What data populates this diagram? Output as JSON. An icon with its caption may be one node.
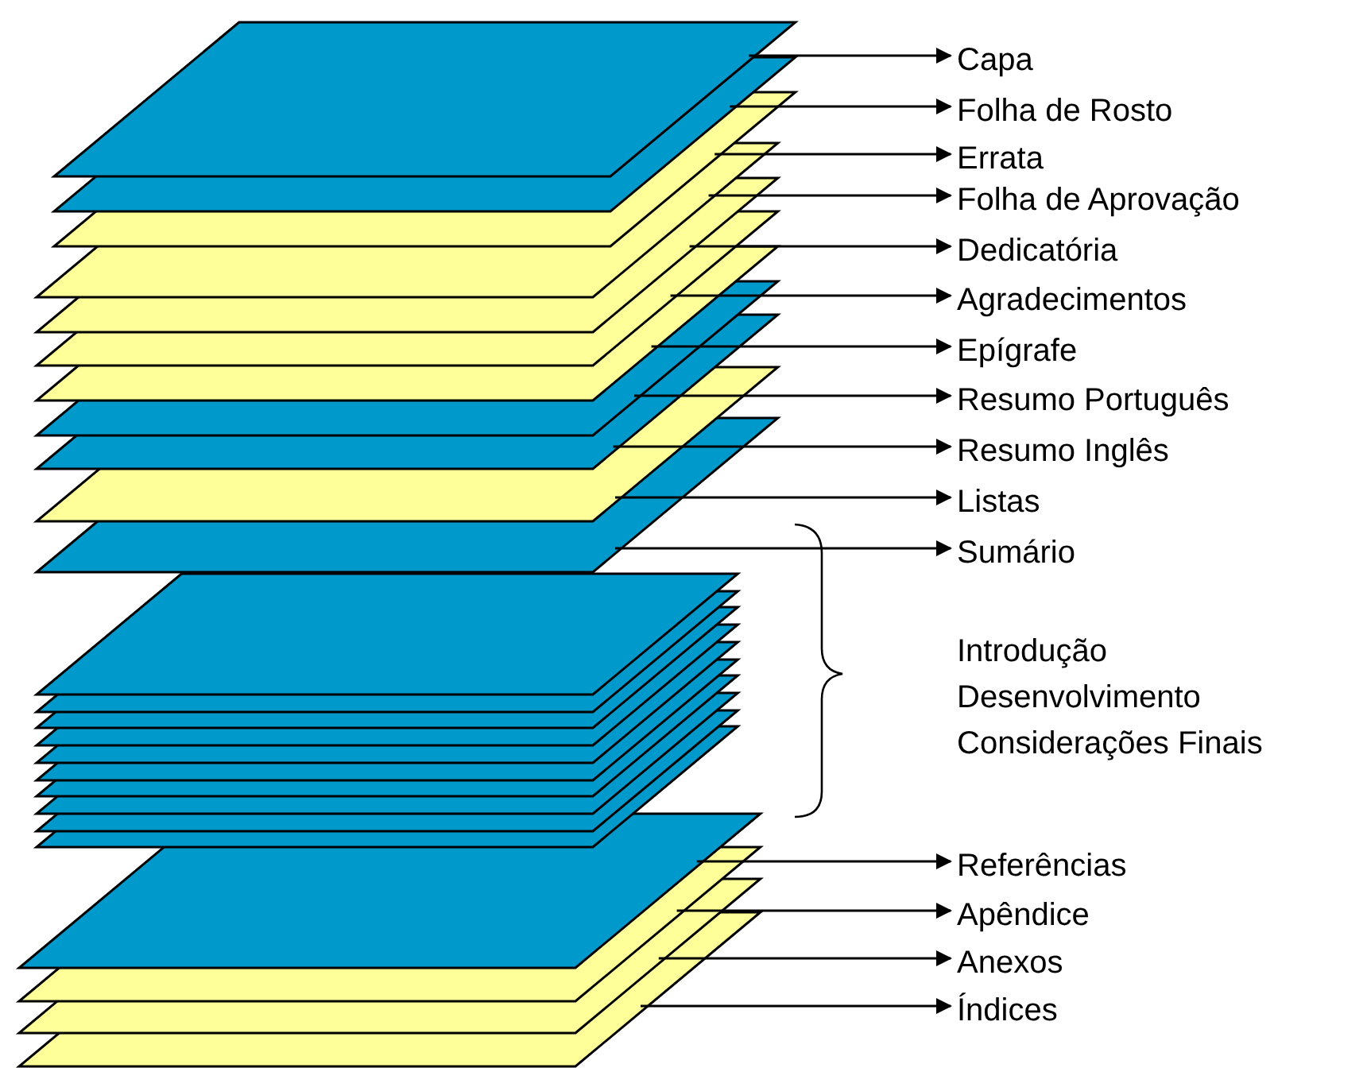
{
  "diagram": {
    "nodes": [
      {
        "text": [],
        "shape": "parallelogram"
      },
      {
        "text": [],
        "shape": "parallelogram"
      },
      {
        "text": [],
        "shape": "parallelogram"
      },
      {
        "text": [],
        "shape": "parallelogram"
      },
      {
        "text": [],
        "shape": "parallelogram"
      },
      {
        "text": [],
        "shape": "parallelogram"
      },
      {
        "text": [],
        "shape": "parallelogram"
      },
      {
        "text": [],
        "shape": "parallelogram"
      },
      {
        "text": [],
        "shape": "parallelogram"
      },
      {
        "text": [],
        "shape": "parallelogram"
      },
      {
        "text": [],
        "shape": "parallelogram"
      },
      {
        "text": [],
        "shape": "parallelogram"
      },
      {
        "text": [],
        "shape": "parallelogram"
      },
      {
        "text": [],
        "shape": "parallelogram"
      },
      {
        "text": [],
        "shape": "parallelogram"
      },
      {
        "text": [],
        "shape": "parallelogram"
      },
      {
        "text": [],
        "shape": "parallelogram"
      },
      {
        "text": [],
        "shape": "parallelogram"
      },
      {
        "text": [],
        "shape": "parallelogram"
      },
      {
        "text": [],
        "shape": "parallelogram"
      },
      {
        "text": [],
        "shape": "parallelogram"
      },
      {
        "text": [],
        "shape": "parallelogram"
      },
      {
        "text": [],
        "shape": "parallelogram"
      },
      {
        "text": [],
        "shape": "parallelogram"
      },
      {
        "text": [],
        "shape": "parallelogram"
      },
      {
        "text": [
          "Capa"
        ]
      },
      {
        "text": [
          "Folha de Rosto"
        ]
      },
      {
        "text": [
          "Errata"
        ]
      },
      {
        "text": [
          "Folha de Aprovação"
        ]
      },
      {
        "text": [
          "Dedicatória"
        ]
      },
      {
        "text": [
          "Agradecimentos"
        ]
      },
      {
        "text": [
          "Epígrafe"
        ]
      },
      {
        "text": [
          "Resumo Português"
        ]
      },
      {
        "text": [
          "Resumo Inglês"
        ]
      },
      {
        "text": [
          "Listas"
        ]
      },
      {
        "text": [
          "Sumário"
        ]
      },
      {
        "text": [
          "Referências"
        ]
      },
      {
        "text": [
          "Apêndice"
        ]
      },
      {
        "text": [
          "Anexos"
        ]
      },
      {
        "text": [
          "Índices"
        ]
      }
    ],
    "edges": [
      {
        "from": 0,
        "to": 25,
        "arrow": "to"
      },
      {
        "from": 1,
        "to": 26,
        "arrow": "to"
      },
      {
        "from": 2,
        "to": 27,
        "arrow": "to"
      },
      {
        "from": 3,
        "to": 28,
        "arrow": "to"
      },
      {
        "from": 4,
        "to": 29,
        "arrow": "to"
      },
      {
        "from": 5,
        "to": 30,
        "arrow": "to"
      },
      {
        "from": 6,
        "to": 31,
        "arrow": "to"
      },
      {
        "from": 7,
        "to": 32,
        "arrow": "to"
      },
      {
        "from": 8,
        "to": 33,
        "arrow": "to"
      },
      {
        "from": 9,
        "to": 34,
        "arrow": "to"
      },
      {
        "from": 10,
        "to": 35,
        "arrow": "to"
      },
      {
        "from": 21,
        "to": 36,
        "arrow": "to"
      },
      {
        "from": 22,
        "to": 37,
        "arrow": "to"
      },
      {
        "from": 23,
        "to": 38,
        "arrow": "to"
      },
      {
        "from": 24,
        "to": 39,
        "arrow": "to"
      }
    ],
    "labels": [
      "Introdução",
      "Desenvolvimento",
      "Considerações Finais"
    ]
  }
}
